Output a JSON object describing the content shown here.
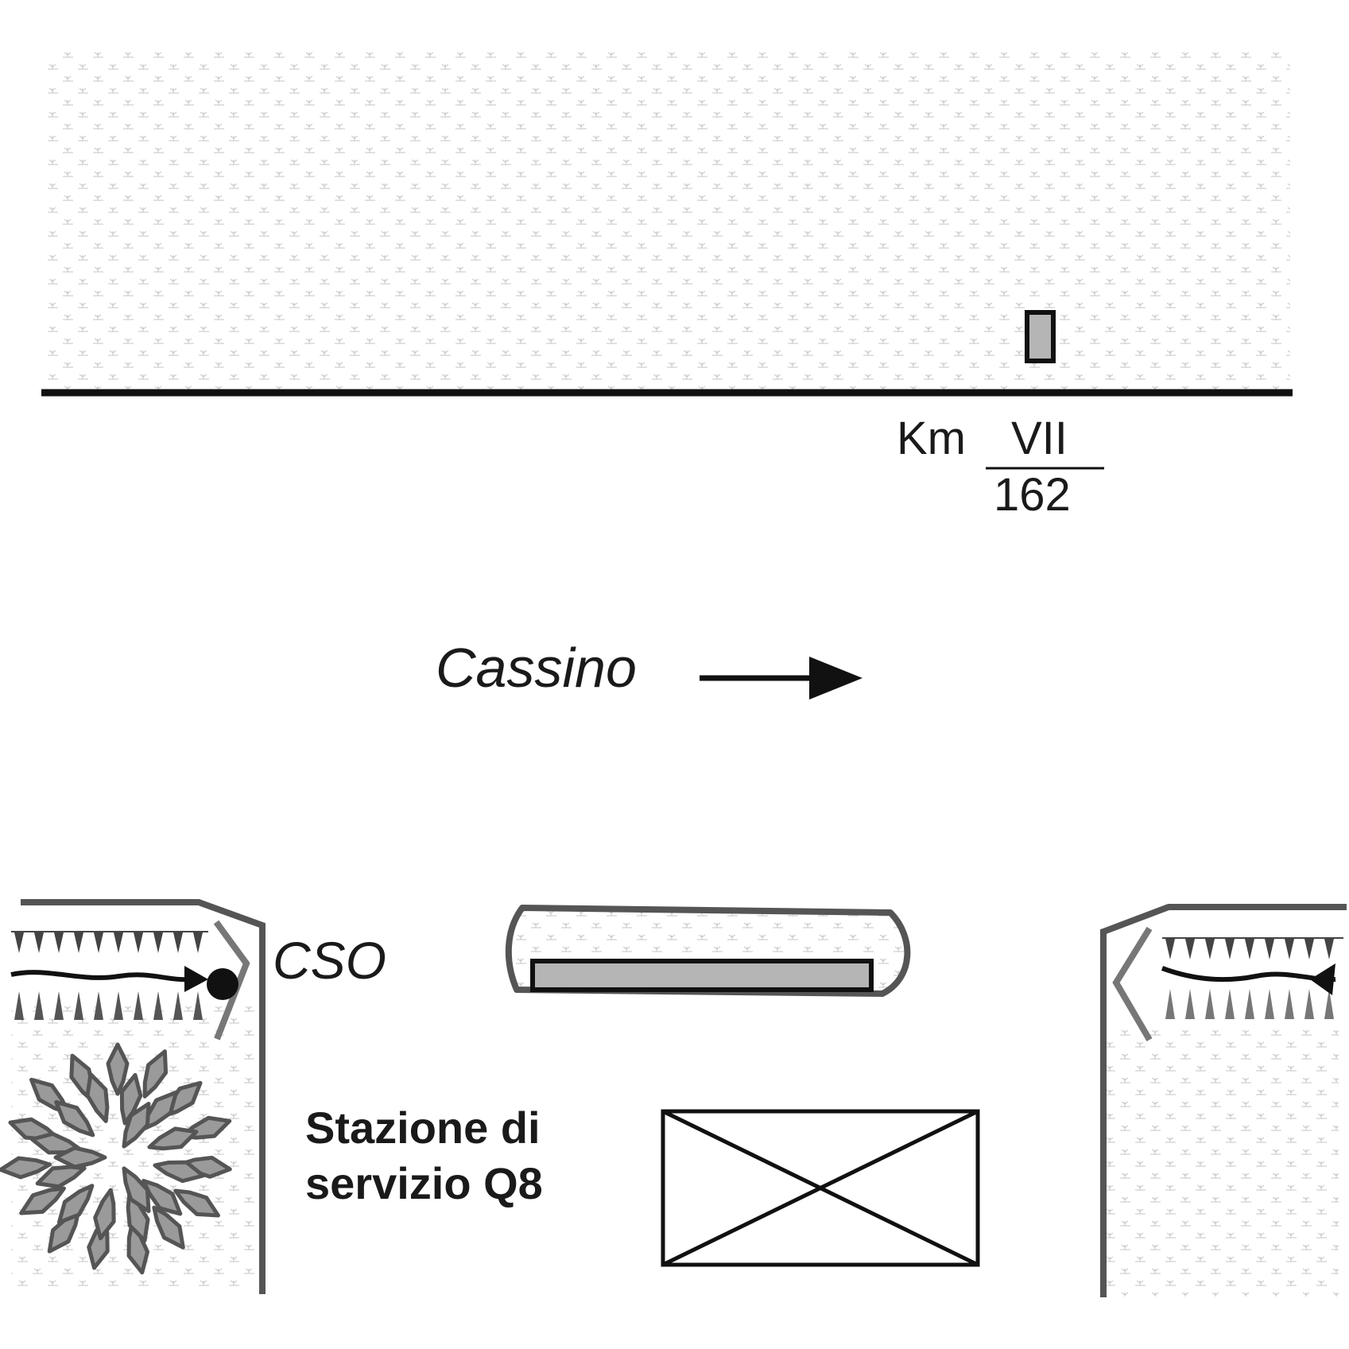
{
  "milestone": {
    "prefix": "Km",
    "road_numeral": "VII",
    "kilometer": "162"
  },
  "direction": {
    "label": "Cassino",
    "arrow": "arrow-right-icon"
  },
  "cso": {
    "label": "CSO"
  },
  "service_station": {
    "line1": "Stazione di",
    "line2": "servizio Q8"
  },
  "colors": {
    "ink": "#1a1a1a",
    "dark_gray": "#555555",
    "mid_gray": "#777777",
    "fill_gray": "#b5b5b5",
    "hatch": "#c4c4c4"
  }
}
